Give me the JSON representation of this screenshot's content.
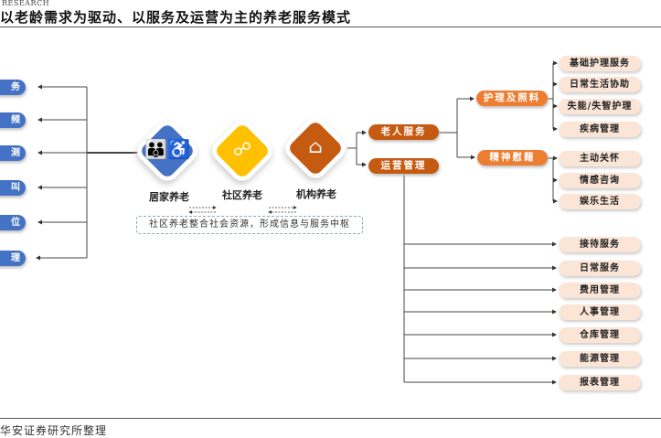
{
  "header": {
    "research": "RESEARCH",
    "title": "以老龄需求为驱动、以服务及运营为主的养老服务模式"
  },
  "left_items": [
    "务",
    "频",
    "测",
    "叫",
    "位",
    "理"
  ],
  "modes": [
    {
      "label": "居家养老",
      "icon": "people-wheelchair-icon",
      "color": "#4472c4"
    },
    {
      "label": "社区养老",
      "icon": "network-people-icon",
      "color": "#ffc000"
    },
    {
      "label": "机构养老",
      "icon": "house-icon",
      "color": "#c55a11"
    }
  ],
  "note": "社区养老整合社会资源，形成信息与服务中枢",
  "level1": [
    "老人服务",
    "运营管理"
  ],
  "level2": [
    "护理及照料",
    "精神慰藉"
  ],
  "care_items": [
    "基础护理服务",
    "日常生活协助",
    "失能/失智护理",
    "疾病管理"
  ],
  "spirit_items": [
    "主动关怀",
    "情感咨询",
    "娱乐生活"
  ],
  "ops_items": [
    "接待服务",
    "日常服务",
    "费用管理",
    "人事管理",
    "仓库管理",
    "能源管理",
    "报表管理"
  ],
  "source": "华安证券研究所整理"
}
